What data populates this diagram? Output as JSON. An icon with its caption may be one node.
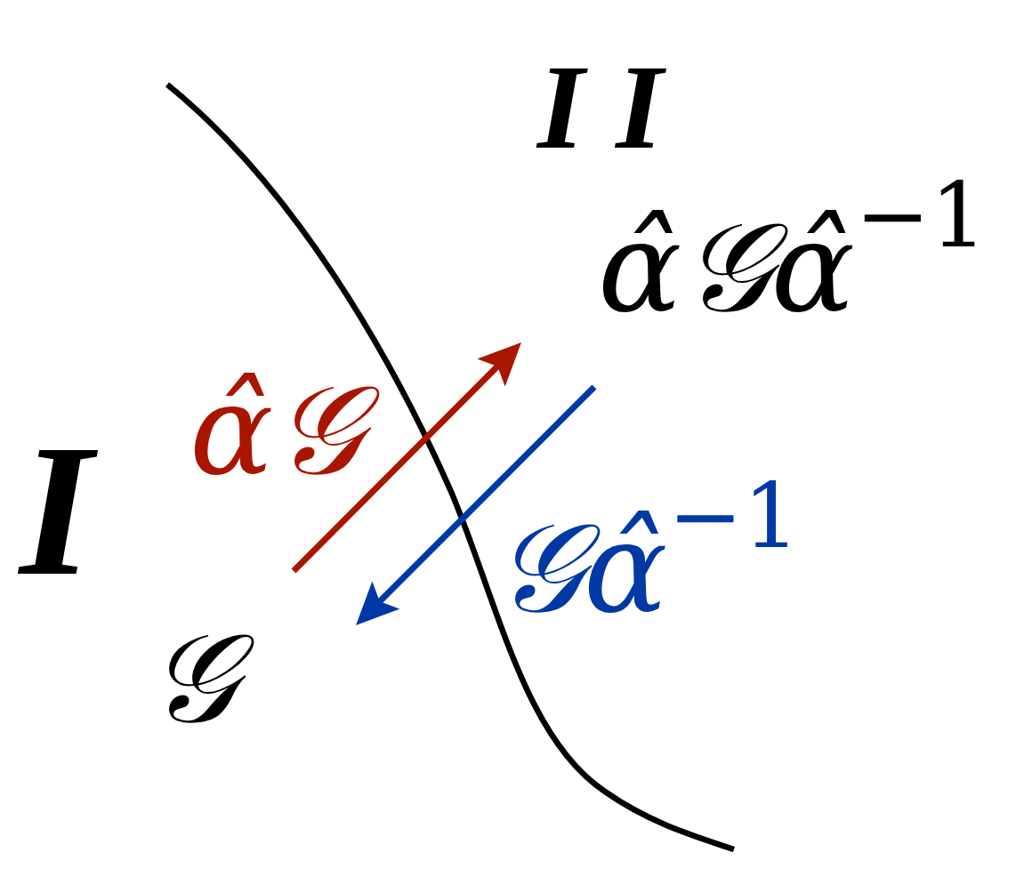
{
  "diagram": {
    "nodes": [
      {
        "text": [
          "α̂𝒢α̂$^{−1}$"
        ]
      },
      {
        "text": [
          "𝒢"
        ]
      }
    ],
    "edges": [
      {
        "from": 1,
        "to": 0,
        "arrow": "to",
        "label": "α̂𝒢",
        "color": "#aa1500"
      },
      {
        "from": 0,
        "to": 1,
        "arrow": "to",
        "label": "𝒢α̂$^{−1}$",
        "color": "#0039a6"
      }
    ],
    "labels": [
      "II",
      "I"
    ]
  }
}
